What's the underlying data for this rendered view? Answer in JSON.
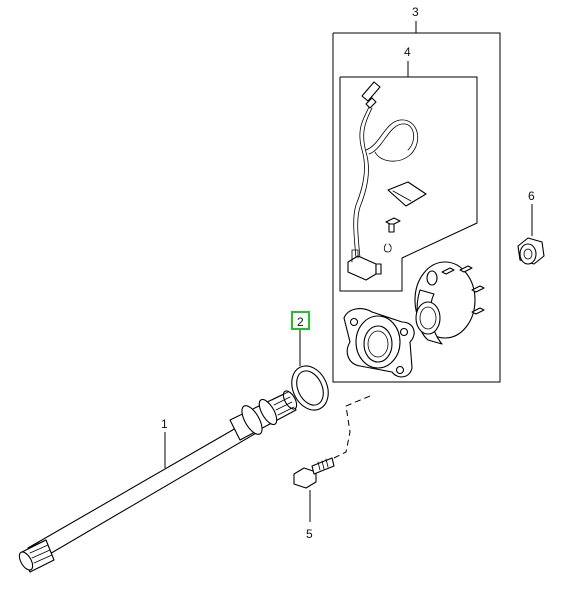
{
  "callouts": {
    "c1": "1",
    "c2": "2",
    "c3": "3",
    "c4": "4",
    "c5": "5",
    "c6": "6"
  },
  "selected_callout": "2",
  "colors": {
    "highlight": "#22c02a",
    "line": "#000000",
    "background": "#ffffff"
  }
}
